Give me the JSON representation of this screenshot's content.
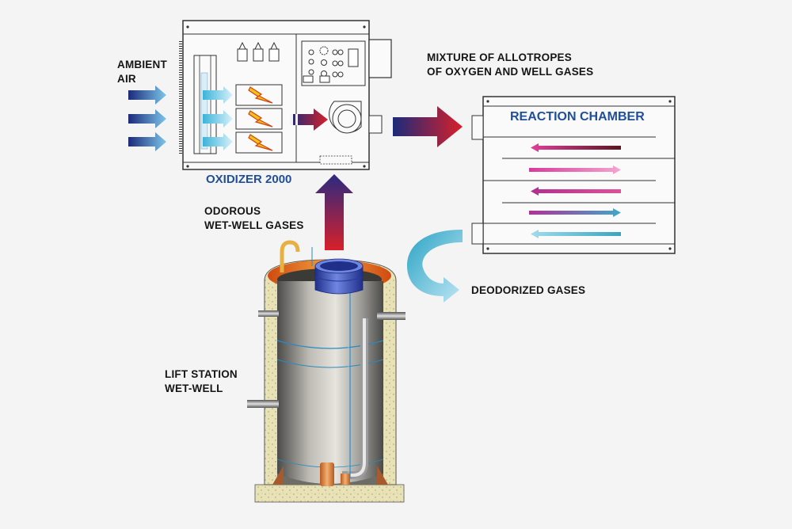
{
  "labels": {
    "ambient_air": [
      "AMBIENT",
      "AIR"
    ],
    "mixture": [
      "MIXTURE OF ALLOTROPES",
      "OF OXYGEN AND WELL GASES"
    ],
    "oxidizer": "OXIDIZER 2000",
    "reaction_chamber": "REACTION CHAMBER",
    "odorous": [
      "ODOROUS",
      "WET-WELL GASES"
    ],
    "deodorized": "DEODORIZED GASES",
    "lift_station": [
      "LIFT STATION",
      "WET-WELL"
    ]
  },
  "colors": {
    "background": "#f4f4f4",
    "title_blue": "#1f4f9c",
    "arrow_navy": "#1b2a7a",
    "arrow_red": "#c21f2a",
    "arrow_light_blue": "#a9d8ee",
    "arrow_teal": "#39a9c4",
    "arrow_magenta": "#e44a9a",
    "spark_yellow": "#f2c21a"
  },
  "icons": [
    "flow-arrow",
    "lightning-bolt-icon",
    "fan-blower-icon",
    "warning-triangle-icon",
    "control-knob-icon"
  ]
}
